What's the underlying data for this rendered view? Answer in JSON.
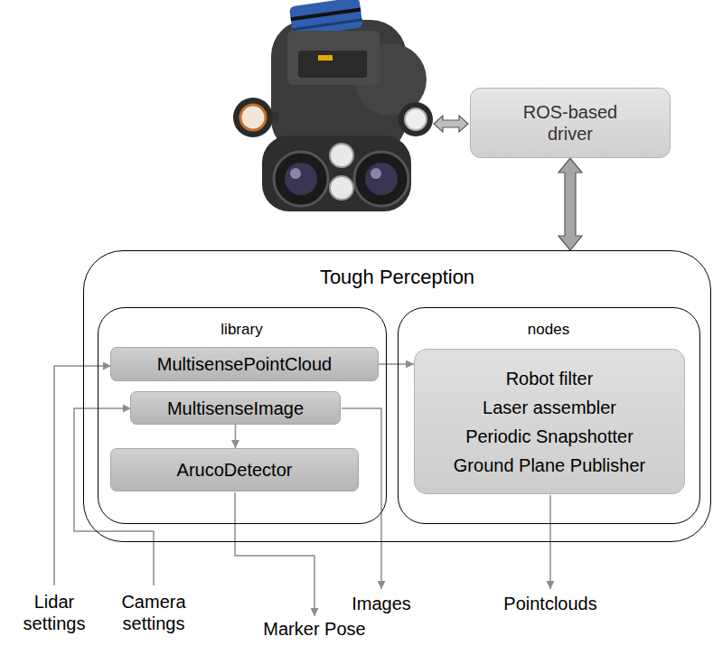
{
  "diagram": {
    "nodes": [
      {
        "text": [
          "ROS-based driver"
        ]
      },
      {
        "text": [
          "Tough Perception"
        ]
      },
      {
        "text": [
          "library"
        ],
        "in": 1
      },
      {
        "text": [
          "MultisensePointCloud"
        ],
        "in": 2
      },
      {
        "text": [
          "MultisenseImage"
        ],
        "in": 2
      },
      {
        "text": [
          "ArucoDetector"
        ],
        "in": 2
      },
      {
        "text": [
          "nodes"
        ],
        "in": 1
      },
      {
        "text": [
          "Robot filter",
          "Laser assembler",
          "Periodic Snapshotter",
          "Ground Plane Publisher"
        ],
        "in": 6
      }
    ],
    "edges": [
      {
        "from": 0,
        "to": 1,
        "arrow": "both"
      },
      {
        "from": 3,
        "to": 7,
        "arrow": "to"
      },
      {
        "from": 4,
        "to": 5,
        "arrow": "to"
      }
    ],
    "labels": [
      "Lidar settings",
      "Camera settings",
      "Images",
      "Marker Pose",
      "Pointclouds"
    ]
  }
}
